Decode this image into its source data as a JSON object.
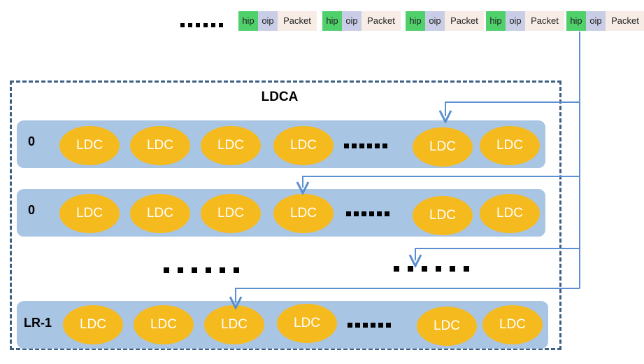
{
  "packet_stream": {
    "ellipsis": "......",
    "packets": [
      {
        "hip": "hip",
        "oip": "oip",
        "payload": "Packet"
      },
      {
        "hip": "hip",
        "oip": "oip",
        "payload": "Packet"
      },
      {
        "hip": "hip",
        "oip": "oip",
        "payload": "Packet"
      },
      {
        "hip": "hip",
        "oip": "oip",
        "payload": "Packet"
      },
      {
        "hip": "hip",
        "oip": "oip",
        "payload": "Packet"
      }
    ]
  },
  "ldca": {
    "title": "LDCA",
    "rows": [
      {
        "label": "0",
        "units": [
          "LDC",
          "LDC",
          "LDC",
          "LDC",
          "LDC",
          "LDC"
        ]
      },
      {
        "label": "0",
        "units": [
          "LDC",
          "LDC",
          "LDC",
          "LDC",
          "LDC",
          "LDC"
        ]
      },
      {
        "label": "LR-1",
        "units": [
          "LDC",
          "LDC",
          "LDC",
          "LDC",
          "LDC",
          "LDC"
        ]
      }
    ]
  },
  "colors": {
    "hip": "#4fd06b",
    "oip": "#c9cde6",
    "payload": "#f7ece6",
    "row": "#a9c5e4",
    "ldc": "#f5ba1e",
    "frame": "#3d5f82",
    "arrow": "#5b8fd1"
  }
}
